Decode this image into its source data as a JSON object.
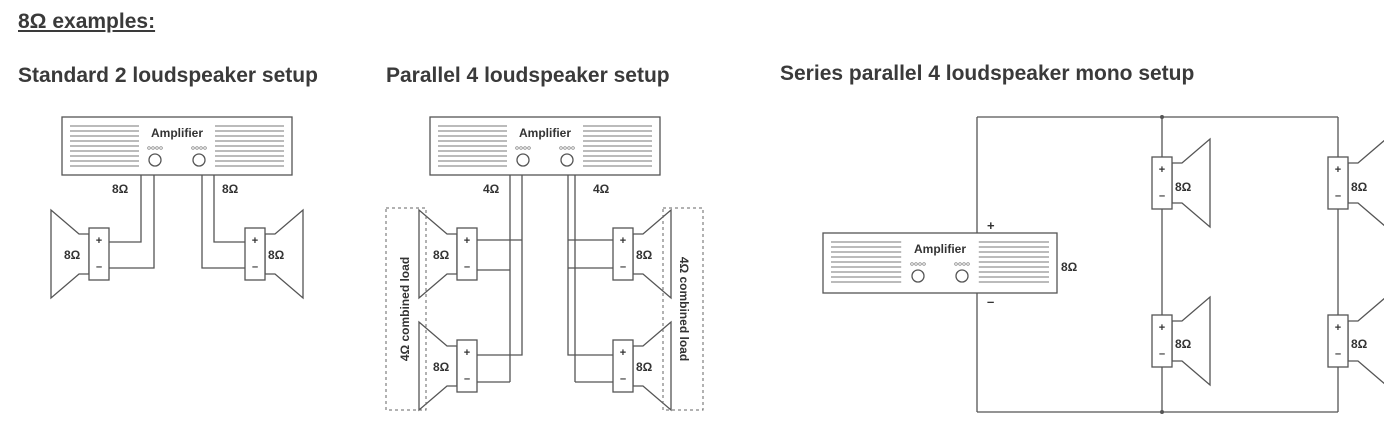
{
  "page_title": "8Ω examples:",
  "sections": [
    {
      "title": "Standard 2 loudspeaker setup"
    },
    {
      "title": "Parallel 4 loudspeaker setup"
    },
    {
      "title": "Series parallel 4 loudspeaker mono setup"
    }
  ],
  "labels": {
    "amplifier": "Amplifier",
    "ohm8": "8Ω",
    "ohm4": "4Ω",
    "plus": "+",
    "minus": "–",
    "combined_load": "4Ω combined load"
  }
}
